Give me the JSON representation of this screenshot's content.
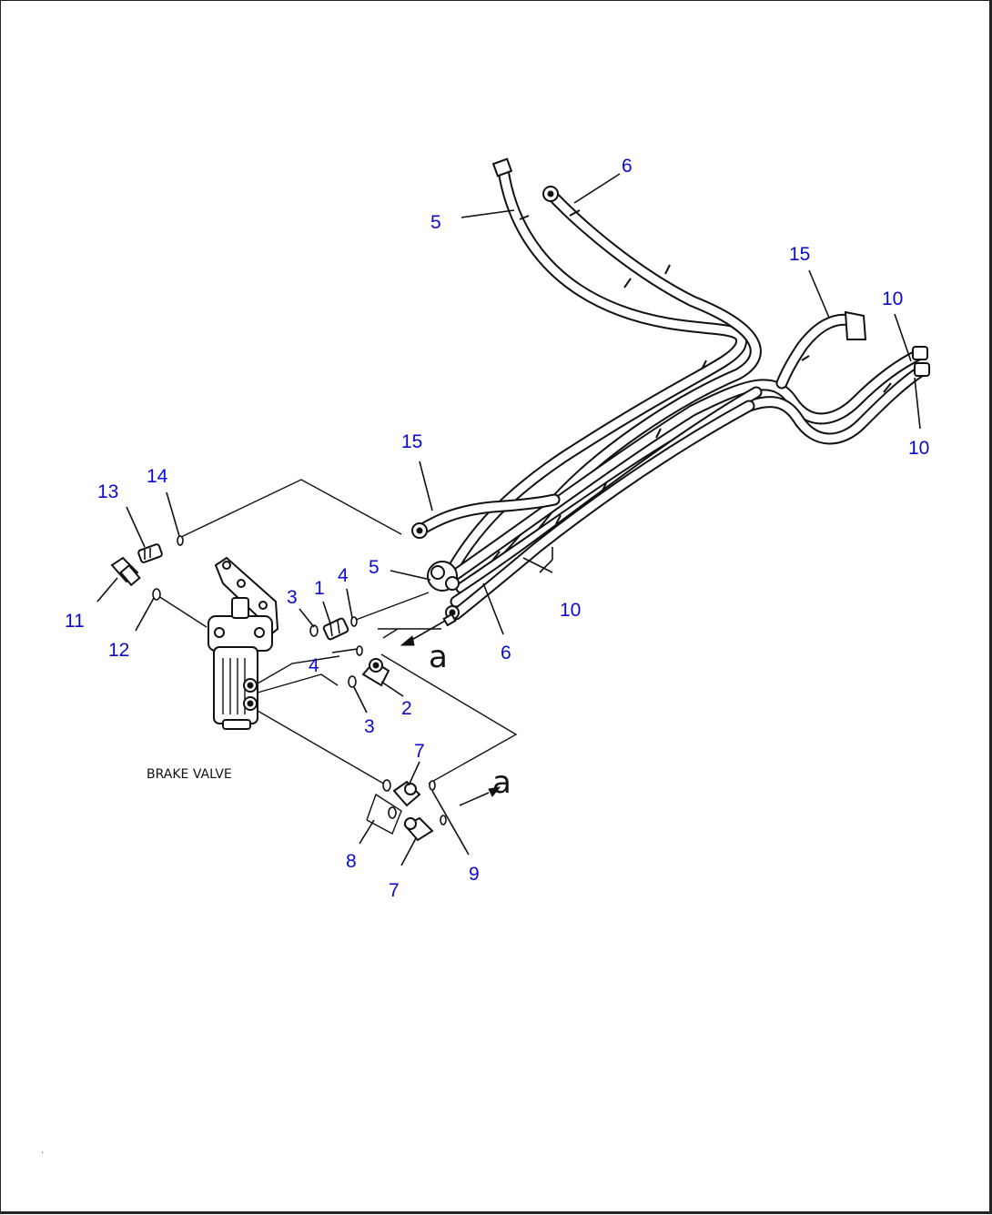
{
  "caption": "BRAKE VALVE",
  "reference_letter": "a",
  "corner_mark": ".",
  "colors": {
    "callout_number": "#0a0ad6",
    "line": "#111111",
    "background": "#ffffff"
  },
  "callouts": {
    "c1": "1",
    "c2": "2",
    "c3a": "3",
    "c3b": "3",
    "c4a": "4",
    "c4b": "4",
    "c5a": "5",
    "c5b": "5",
    "c6a": "6",
    "c6b": "6",
    "c7a": "7",
    "c7b": "7",
    "c8": "8",
    "c9": "9",
    "c10a": "10",
    "c10b": "10",
    "c10c": "10",
    "c11": "11",
    "c12": "12",
    "c13": "13",
    "c14": "14",
    "c15a": "15",
    "c15b": "15"
  }
}
